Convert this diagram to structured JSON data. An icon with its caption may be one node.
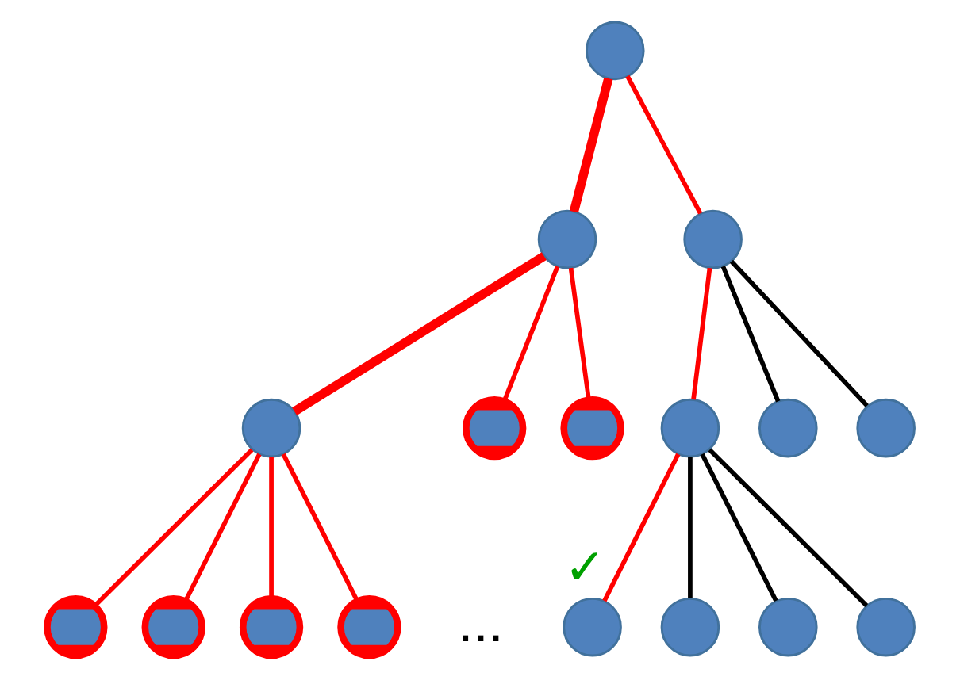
{
  "diagram": {
    "nodes": [
      {
        "text": [],
        "shape": "circle"
      },
      {
        "text": [],
        "shape": "circle"
      },
      {
        "text": [],
        "shape": "circle"
      },
      {
        "text": [],
        "shape": "circle"
      },
      {
        "text": [],
        "shape": "cross"
      },
      {
        "text": [],
        "shape": "cross"
      },
      {
        "text": [],
        "shape": "circle"
      },
      {
        "text": [],
        "shape": "circle"
      },
      {
        "text": [],
        "shape": "circle"
      },
      {
        "text": [],
        "shape": "cross"
      },
      {
        "text": [],
        "shape": "cross"
      },
      {
        "text": [],
        "shape": "cross"
      },
      {
        "text": [],
        "shape": "cross"
      },
      {
        "text": [],
        "shape": "circle",
        "beside": [
          "✓"
        ]
      },
      {
        "text": [],
        "shape": "circle"
      },
      {
        "text": [],
        "shape": "circle"
      },
      {
        "text": [],
        "shape": "circle"
      }
    ],
    "edges": [
      {
        "from": 0,
        "to": 1,
        "arrow": "none",
        "style": "thick"
      },
      {
        "from": 0,
        "to": 2,
        "arrow": "none"
      },
      {
        "from": 1,
        "to": 3,
        "arrow": "none",
        "style": "thick"
      },
      {
        "from": 1,
        "to": 4,
        "arrow": "none"
      },
      {
        "from": 1,
        "to": 5,
        "arrow": "none"
      },
      {
        "from": 2,
        "to": 6,
        "arrow": "none"
      },
      {
        "from": 2,
        "to": 7,
        "arrow": "none",
        "color": "#000000"
      },
      {
        "from": 2,
        "to": 8,
        "arrow": "none",
        "color": "#000000"
      },
      {
        "from": 3,
        "to": 9,
        "arrow": "none"
      },
      {
        "from": 3,
        "to": 10,
        "arrow": "none"
      },
      {
        "from": 3,
        "to": 11,
        "arrow": "none"
      },
      {
        "from": 3,
        "to": 12,
        "arrow": "none"
      },
      {
        "from": 6,
        "to": 13,
        "arrow": "none"
      },
      {
        "from": 6,
        "to": 14,
        "arrow": "none",
        "color": "#000000"
      },
      {
        "from": 6,
        "to": 15,
        "arrow": "none",
        "color": "#000000"
      },
      {
        "from": 6,
        "to": 16,
        "arrow": "none",
        "color": "#000000"
      }
    ],
    "labels": [
      "..."
    ]
  }
}
